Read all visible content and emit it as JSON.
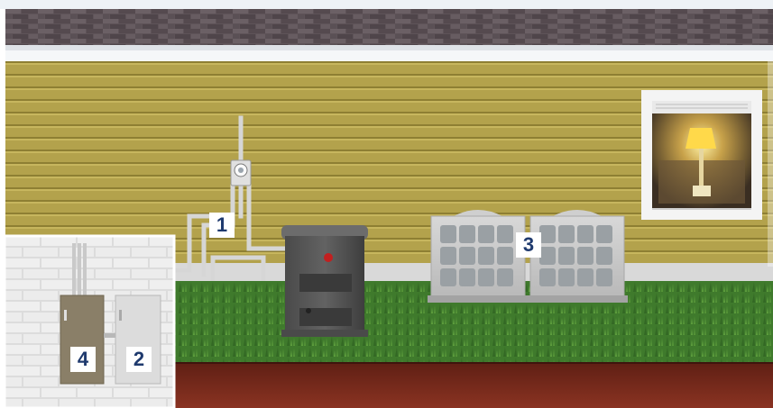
{
  "callouts": {
    "c1": "1",
    "c2": "2",
    "c3": "3",
    "c4": "4"
  },
  "colors": {
    "siding": "#b3a24c",
    "roof": "#5a4f53",
    "grass": "#3f7a2d",
    "soil": "#7a2a1c",
    "callout_text": "#1f3a6e"
  },
  "scene_items": [
    "roof",
    "siding",
    "utility-meter",
    "home-generator",
    "condenser-unit-left",
    "condenser-unit-right",
    "window-with-lamp",
    "transfer-switch",
    "main-electrical-panel",
    "grass",
    "soil"
  ]
}
